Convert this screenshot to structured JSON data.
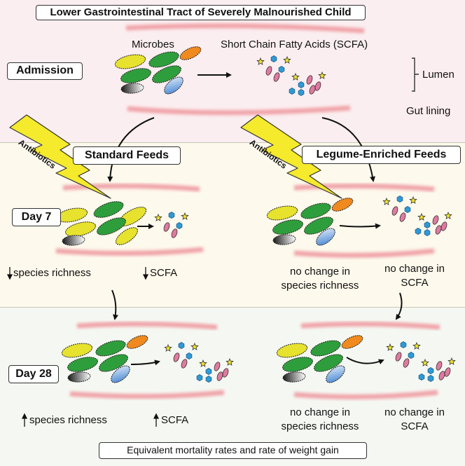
{
  "title": "Lower Gastrointestinal Tract of Severely Malnourished Child",
  "admission": {
    "label": "Admission",
    "microbes_label": "Microbes",
    "scfa_label": "Short Chain Fatty Acids (SCFA)",
    "lumen_label": "Lumen",
    "gut_lining_label": "Gut lining"
  },
  "antibiotics_label": "Antibiotics",
  "arms": {
    "standard": {
      "label": "Standard Feeds",
      "day7": {
        "richness": "species richness",
        "scfa": "SCFA"
      },
      "day28": {
        "richness": "species richness",
        "scfa": "SCFA"
      }
    },
    "legume": {
      "label": "Legume-Enriched Feeds",
      "day7": {
        "richness": "no change in species richness",
        "scfa": "no change in SCFA"
      },
      "day28": {
        "richness": "no change in species richness",
        "scfa": "no change in SCFA"
      }
    }
  },
  "timepoints": {
    "day7": "Day 7",
    "day28": "Day 28"
  },
  "conclusion": "Equivalent mortality rates and rate of weight gain",
  "colors": {
    "band_admission": "#fbeef0",
    "band_day7": "#fdf9ec",
    "band_day28": "#f5f8f2",
    "gut_lining": "#f0a3a8",
    "bolt": "#f5ea2b",
    "microbe_yellow": "#e6e22e",
    "microbe_green": "#2e9e3c",
    "microbe_orange": "#f08a1e",
    "microbe_blue": "#4f8fd8",
    "microbe_black": "#2a2a2a",
    "scfa_star": "#f2e22d",
    "scfa_hex": "#2e9ad6",
    "scfa_pink": "#e07aa0"
  }
}
